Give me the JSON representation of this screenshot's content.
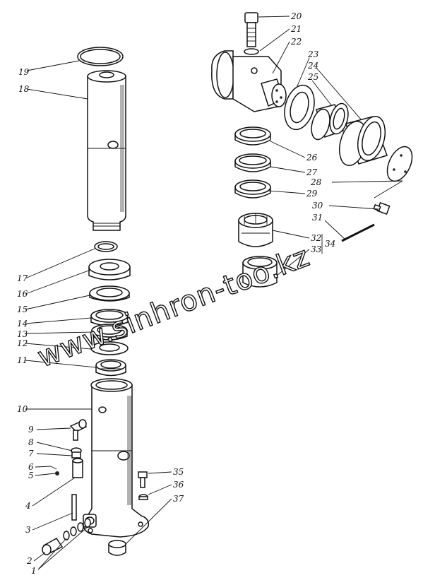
{
  "watermark": "www.sinhron-too.kz",
  "callouts": [
    {
      "id": "1",
      "text": "1"
    },
    {
      "id": "2",
      "text": "2"
    },
    {
      "id": "3",
      "text": "3"
    },
    {
      "id": "4",
      "text": "4"
    },
    {
      "id": "5",
      "text": "5"
    },
    {
      "id": "6",
      "text": "6"
    },
    {
      "id": "7",
      "text": "7"
    },
    {
      "id": "8",
      "text": "8"
    },
    {
      "id": "9",
      "text": "9"
    },
    {
      "id": "10",
      "text": "10"
    },
    {
      "id": "11",
      "text": "11"
    },
    {
      "id": "12",
      "text": "12"
    },
    {
      "id": "13",
      "text": "13"
    },
    {
      "id": "14",
      "text": "14"
    },
    {
      "id": "15",
      "text": "15"
    },
    {
      "id": "16",
      "text": "16"
    },
    {
      "id": "17",
      "text": "17"
    },
    {
      "id": "18",
      "text": "18"
    },
    {
      "id": "19",
      "text": "19"
    },
    {
      "id": "20",
      "text": "20"
    },
    {
      "id": "21",
      "text": "21"
    },
    {
      "id": "22",
      "text": "22"
    },
    {
      "id": "23",
      "text": "23"
    },
    {
      "id": "24",
      "text": "24"
    },
    {
      "id": "25",
      "text": "25"
    },
    {
      "id": "26",
      "text": "26"
    },
    {
      "id": "27",
      "text": "27"
    },
    {
      "id": "28",
      "text": "28"
    },
    {
      "id": "29",
      "text": "29"
    },
    {
      "id": "30",
      "text": "30"
    },
    {
      "id": "31",
      "text": "31"
    },
    {
      "id": "32",
      "text": "32"
    },
    {
      "id": "33",
      "text": "33"
    },
    {
      "id": "34",
      "text": "34"
    },
    {
      "id": "35",
      "text": "35"
    },
    {
      "id": "36",
      "text": "36"
    },
    {
      "id": "37",
      "text": "37"
    }
  ]
}
